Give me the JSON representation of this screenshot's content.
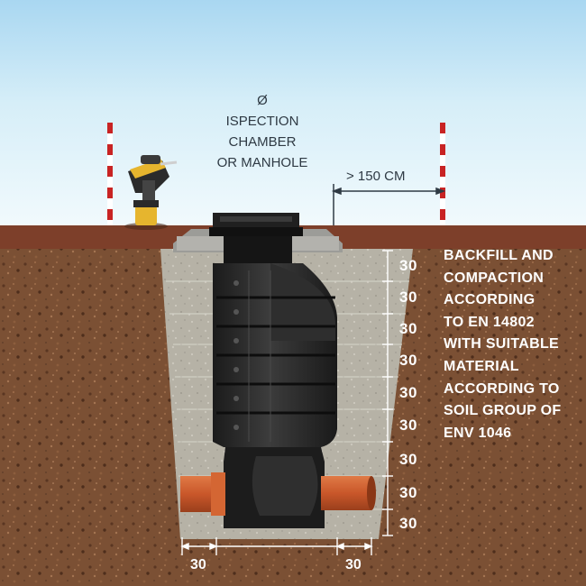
{
  "labels": {
    "diameter_symbol": "Ø",
    "chamber_line1": "ISPECTION",
    "chamber_line2": "CHAMBER",
    "chamber_line3": "OR MANHOLE",
    "distance": "> 150 CM"
  },
  "backfill_note": [
    "BACKFILL AND",
    "COMPACTION",
    "ACCORDING",
    "TO EN 14802",
    "WITH SUITABLE",
    "MATERIAL",
    "ACCORDING TO",
    "SOIL GROUP OF",
    "ENV 1046"
  ],
  "layer_thickness_labels": [
    "30",
    "30",
    "30",
    "30",
    "30",
    "30",
    "30",
    "30",
    "30"
  ],
  "bottom_clearance_labels": {
    "left": "30",
    "right": "30"
  },
  "colors": {
    "sky_top": "#d3ebf7",
    "sky_bottom": "#9fd0ec",
    "topsoil": "#7d3f2a",
    "soil": "#7a5135",
    "backfill": "#b8b4a8",
    "chamber": "#2a2a2a",
    "pipe": "#c8592a",
    "pole_red": "#c82323",
    "compactor_yellow": "#e6b52e"
  }
}
